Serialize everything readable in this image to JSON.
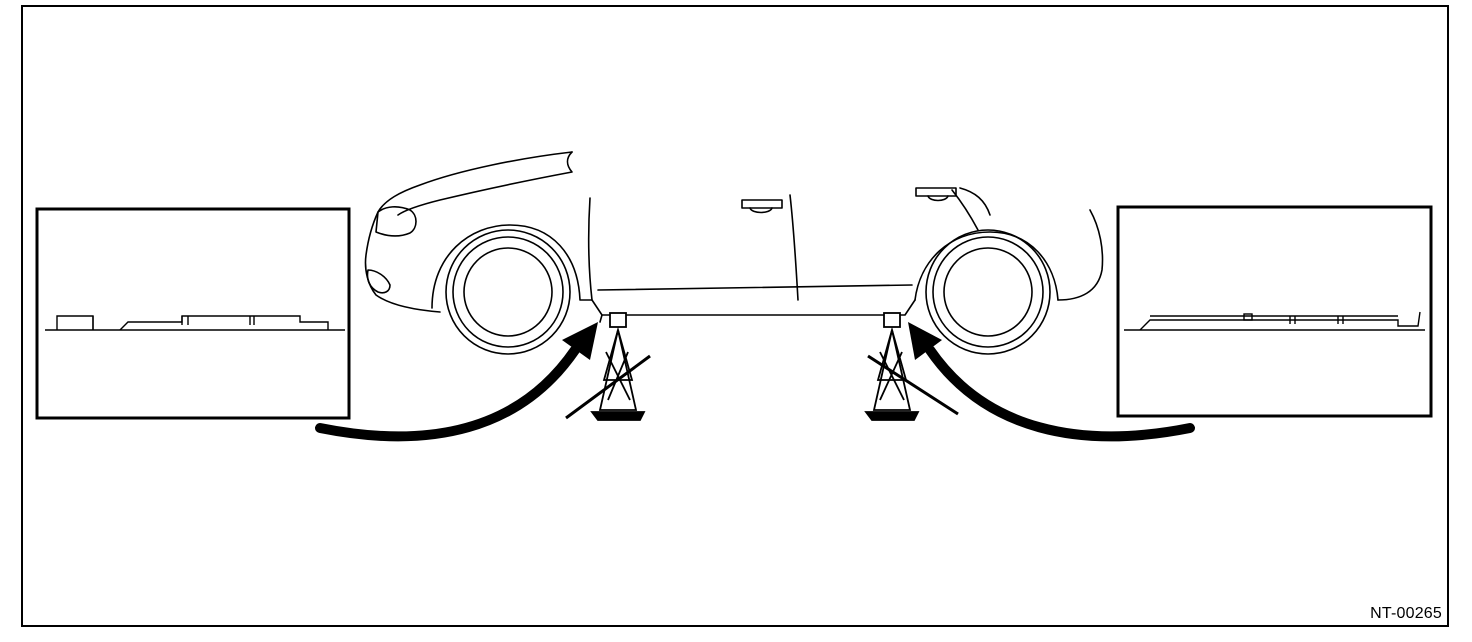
{
  "figure": {
    "reference_code": "NT-00265",
    "subject": "vehicle-side-view",
    "jack_points": [
      "front",
      "rear"
    ],
    "detail_views": [
      "front-jack-point-detail",
      "rear-jack-point-detail"
    ]
  },
  "colors": {
    "line": "#000000",
    "background": "#ffffff"
  }
}
